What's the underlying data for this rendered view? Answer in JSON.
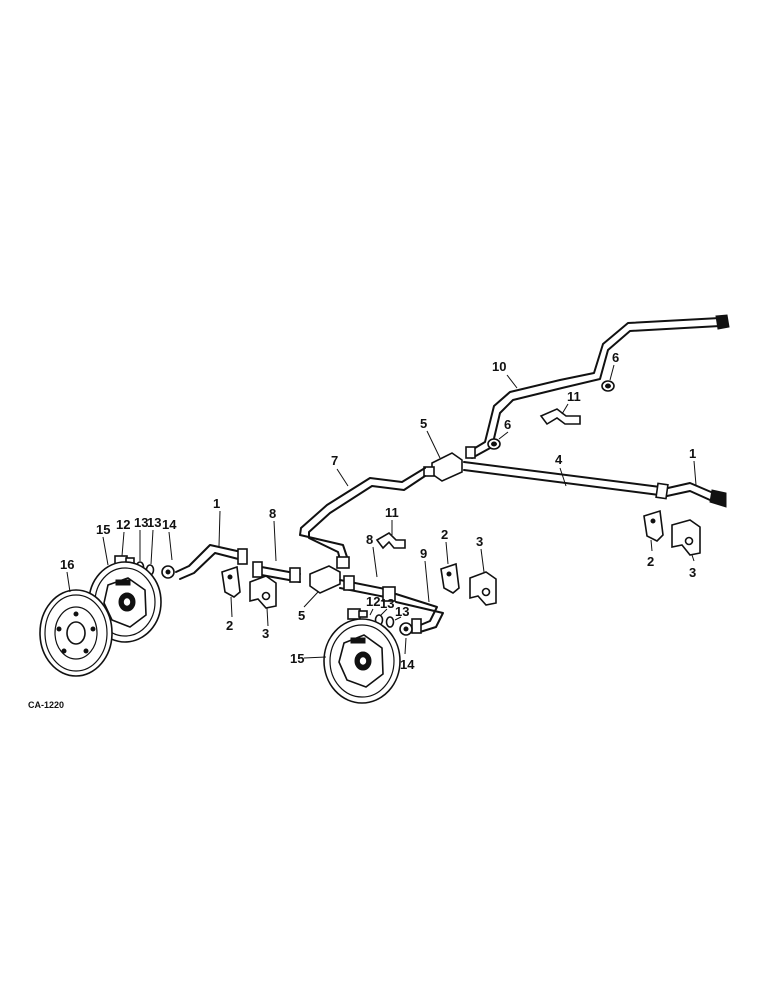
{
  "drawing_code": "CA-1220",
  "callouts": {
    "c1_right": "1",
    "c1_left": "1",
    "c2_right": "2",
    "c2_mid": "2",
    "c2_left": "2",
    "c3_right": "3",
    "c3_mid": "3",
    "c3_left": "3",
    "c4": "4",
    "c5_top": "5",
    "c5_bottom": "5",
    "c6_right": "6",
    "c6_mid": "6",
    "c7": "7",
    "c8_left": "8",
    "c8_mid": "8",
    "c9": "9",
    "c10": "10",
    "c11_top": "11",
    "c11_mid": "11",
    "c12_left": "12",
    "c12_right": "12",
    "c13_left_a": "13",
    "c13_left_b": "13",
    "c13_right_a": "13",
    "c13_right_b": "13",
    "c14_left": "14",
    "c14_right": "14",
    "c15_left": "15",
    "c15_right": "15",
    "c16": "16"
  }
}
